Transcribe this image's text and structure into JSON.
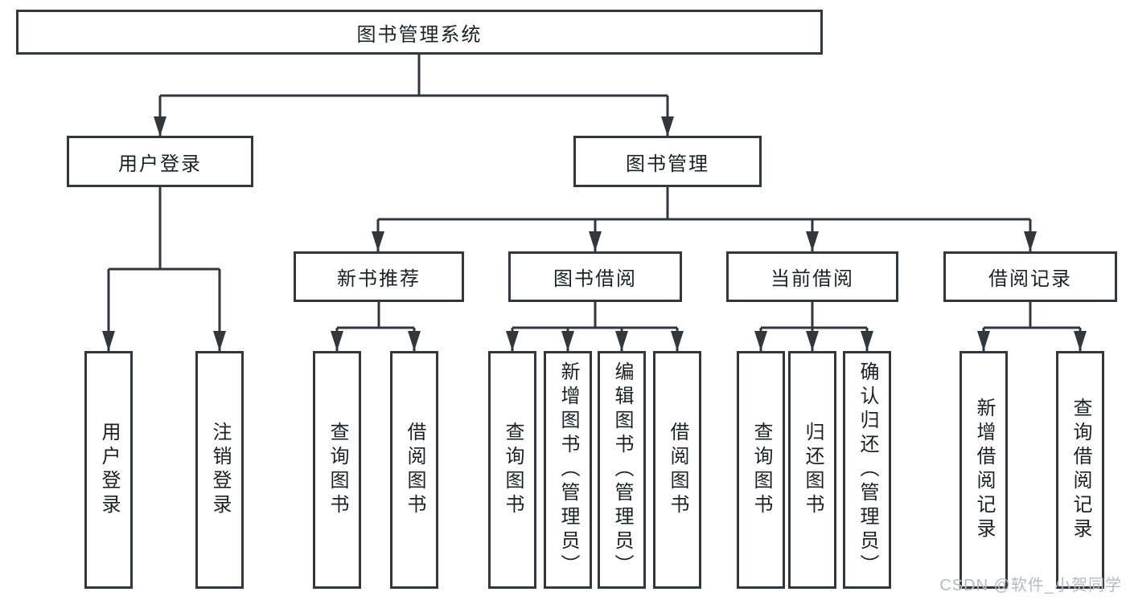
{
  "tree": {
    "label": "图书管理系统",
    "children": [
      {
        "label": "用户登录",
        "children": [
          {
            "label": "用户登录"
          },
          {
            "label": "注销登录"
          }
        ]
      },
      {
        "label": "图书管理",
        "children": [
          {
            "label": "新书推荐",
            "children": [
              {
                "label": "查询图书"
              },
              {
                "label": "借阅图书"
              }
            ]
          },
          {
            "label": "图书借阅",
            "children": [
              {
                "label": "查询图书"
              },
              {
                "label": "新增图书（管理员）"
              },
              {
                "label": "编辑图书（管理员）"
              },
              {
                "label": "借阅图书"
              }
            ]
          },
          {
            "label": "当前借阅",
            "children": [
              {
                "label": "查询图书"
              },
              {
                "label": "归还图书"
              },
              {
                "label": "确认归还（管理员）"
              }
            ]
          },
          {
            "label": "借阅记录",
            "children": [
              {
                "label": "新增借阅记录"
              },
              {
                "label": "查询借阅记录"
              }
            ]
          }
        ]
      }
    ]
  },
  "watermark": {
    "text": "CSDN @软件_小贺同学",
    "color": "#b6bac1"
  },
  "colors": {
    "line": "#33363b",
    "box_border": "#33363b",
    "box_fill": "#ffffff",
    "text": "#1d2025",
    "background": "#ffffff"
  }
}
